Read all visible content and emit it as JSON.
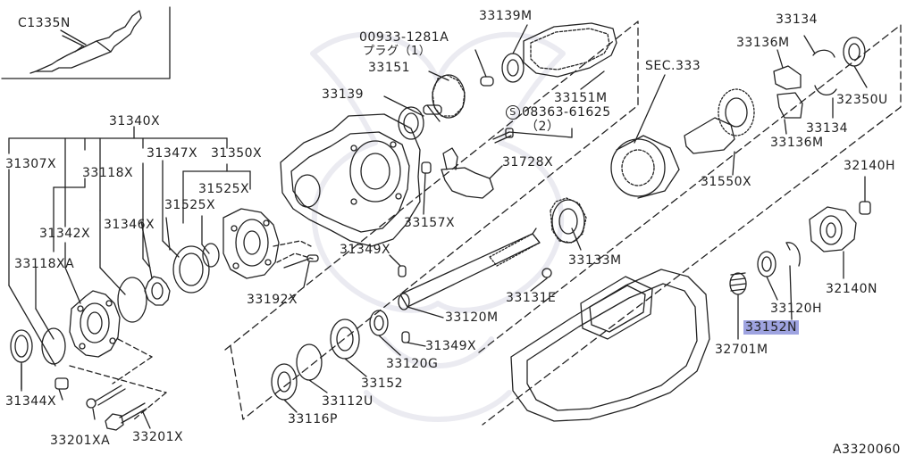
{
  "diagram": {
    "drawing_id": "A3320060",
    "highlight_color": "#9ea3e0",
    "highlighted_part": "33152N",
    "labels": {
      "c1335n": "C1335N",
      "p31340x": "31340X",
      "p31307x": "31307X",
      "p33118x": "33118X",
      "p31347x": "31347X",
      "p31350x": "31350X",
      "p31525x_a": "31525X",
      "p31525x_b": "31525X",
      "p31342x": "31342X",
      "p31346x": "31346X",
      "p33118xa": "33118XA",
      "p33192x": "33192X",
      "p31344x": "31344X",
      "p33201xa": "33201XA",
      "p33201x": "33201X",
      "p33116p": "33116P",
      "p33112u": "33112U",
      "p33152": "33152",
      "p33120g": "33120G",
      "p31349x_a": "31349X",
      "p31349x_b": "31349X",
      "p33120m": "33120M",
      "p33131e": "33131E",
      "p33133m": "33133M",
      "p33157x": "33157X",
      "p31728x": "31728X",
      "plug_code": "00933-1281A",
      "plug_note": "プラグ（1）",
      "p33151": "33151",
      "p33139": "33139",
      "p33139m": "33139M",
      "p33151m": "33151M",
      "bolt_code": "08363-61625",
      "bolt_symbol": "S",
      "bolt_qty": "（2）",
      "sec333": "SEC.333",
      "p33134_a": "33134",
      "p33134_b": "33134",
      "p33136m_a": "33136M",
      "p33136m_b": "33136M",
      "p32350u": "32350U",
      "p31550x": "31550X",
      "p32140h": "32140H",
      "p32140n": "32140N",
      "p33120h": "33120H",
      "p33152n": "33152N",
      "p32701m": "32701M"
    }
  }
}
